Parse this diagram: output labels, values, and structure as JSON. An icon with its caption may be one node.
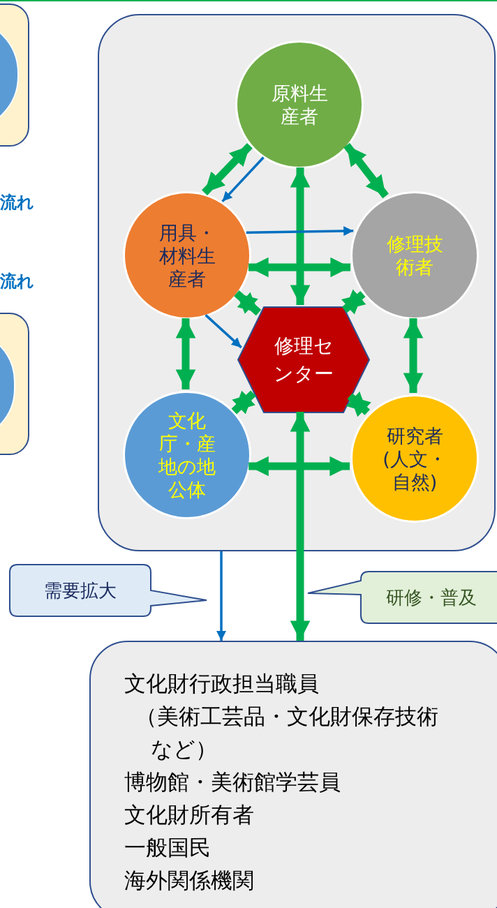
{
  "diagram": {
    "nodes": [
      {
        "text": [],
        "shape": "box"
      },
      {
        "text": [],
        "shape": "circle",
        "in": 0
      },
      {
        "text": [],
        "shape": "box"
      },
      {
        "text": [],
        "shape": "circle",
        "in": 2
      },
      {
        "text": [],
        "shape": "box"
      },
      {
        "text": [
          "原料生産者"
        ],
        "in": 4
      },
      {
        "text": [
          "用具・材料生産者"
        ],
        "in": 4
      },
      {
        "text": [
          "修理技術者"
        ],
        "in": 4
      },
      {
        "text": [
          "修理センター"
        ],
        "in": 4
      },
      {
        "text": [
          "文化庁・産地の地公体"
        ],
        "in": 4
      },
      {
        "text": [
          "研究者(人文・自然)"
        ],
        "in": 4
      },
      {
        "text": [
          "需要拡大"
        ]
      },
      {
        "text": [
          "研修・普及"
        ]
      },
      {
        "text": [
          "文化財行政担当職員",
          "（美術工芸品・文化財保存技術など）",
          "博物館・美術館学芸員",
          "文化財所有者",
          "一般国民",
          "海外関係機関"
        ]
      }
    ],
    "edges": [
      {
        "from": 5,
        "to": 6,
        "arrow": "both"
      },
      {
        "from": 5,
        "to": 7,
        "arrow": "both"
      },
      {
        "from": 5,
        "to": 8,
        "arrow": "both"
      },
      {
        "from": 5,
        "to": 6,
        "arrow": "to",
        "color": "#0070c0"
      },
      {
        "from": 6,
        "to": 7,
        "arrow": "to",
        "color": "#0070c0"
      },
      {
        "from": 6,
        "to": 7,
        "arrow": "both"
      },
      {
        "from": 6,
        "to": 8,
        "arrow": "both"
      },
      {
        "from": 7,
        "to": 8,
        "arrow": "both"
      },
      {
        "from": 6,
        "to": 8,
        "arrow": "to",
        "color": "#0070c0"
      },
      {
        "from": 6,
        "to": 9,
        "arrow": "both"
      },
      {
        "from": 7,
        "to": 10,
        "arrow": "both"
      },
      {
        "from": 8,
        "to": 9,
        "arrow": "both"
      },
      {
        "from": 8,
        "to": 10,
        "arrow": "both"
      },
      {
        "from": 9,
        "to": 10,
        "arrow": "both"
      },
      {
        "from": 8,
        "to": 13,
        "arrow": "both"
      },
      {
        "from": 4,
        "to": 13,
        "arrow": "to",
        "color": "#0070c0"
      }
    ],
    "labels": [
      "流れ",
      "流れ"
    ]
  }
}
